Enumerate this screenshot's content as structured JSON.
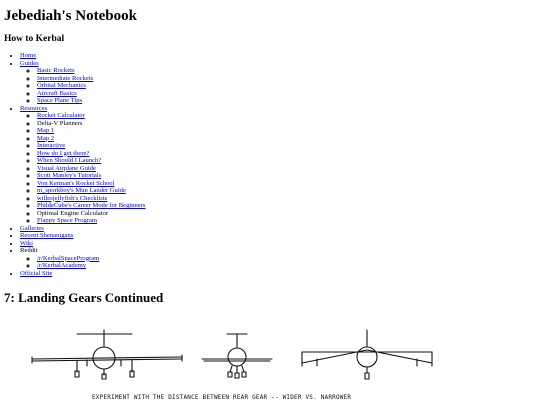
{
  "site": {
    "title": "Jebediah's Notebook",
    "subtitle": "How to Kerbal"
  },
  "nav": {
    "home": "Home",
    "guides": {
      "label": "Guides",
      "items": [
        "Basic Rockets",
        "Intermediate Rockets",
        "Orbital Mechanics",
        "Aircraft Basics",
        "Space Plane Tips"
      ]
    },
    "resources": {
      "label": "Resources",
      "items": [
        {
          "label": "Rocket Calculator",
          "link": true
        },
        {
          "label": "Delta-V Planners",
          "link": false
        },
        {
          "label": "Map 1",
          "link": true
        },
        {
          "label": "Map 2",
          "link": true
        },
        {
          "label": "Interactive",
          "link": true
        },
        {
          "label": "How do I get there?",
          "link": true
        },
        {
          "label": "When Should I Launch?",
          "link": true
        },
        {
          "label": "Visual Airplane Guide",
          "link": true
        },
        {
          "label": "Scott Manley's Tutorials",
          "link": true
        },
        {
          "label": "Von Kerman's Rocket School",
          "link": true
        },
        {
          "label": "m_sporkboy's Mun Lander Guide",
          "link": true
        },
        {
          "label": "willesjellyfish's Checklists",
          "link": true
        },
        {
          "label": "PhildeCube's Career Mode for Beginners",
          "link": true
        },
        {
          "label": "Optimal Engine Calculator",
          "link": false
        },
        {
          "label": "Flappy Space Program",
          "link": true
        }
      ]
    },
    "galleries": "Galleries",
    "recent": "Recent Shenanigans",
    "wiki": "Wiki",
    "reddit": {
      "label": "Reddit",
      "items": [
        "/r/KerbalSpaceProgram",
        "/r/KerbalAcademy"
      ]
    },
    "official": "Official Site"
  },
  "post": {
    "title": "7: Landing Gears Continued",
    "caption": "EXPERIMENT WITH THE DISTANCE BETWEEN REAR GEAR -- WIDER VS. NARROWER"
  }
}
